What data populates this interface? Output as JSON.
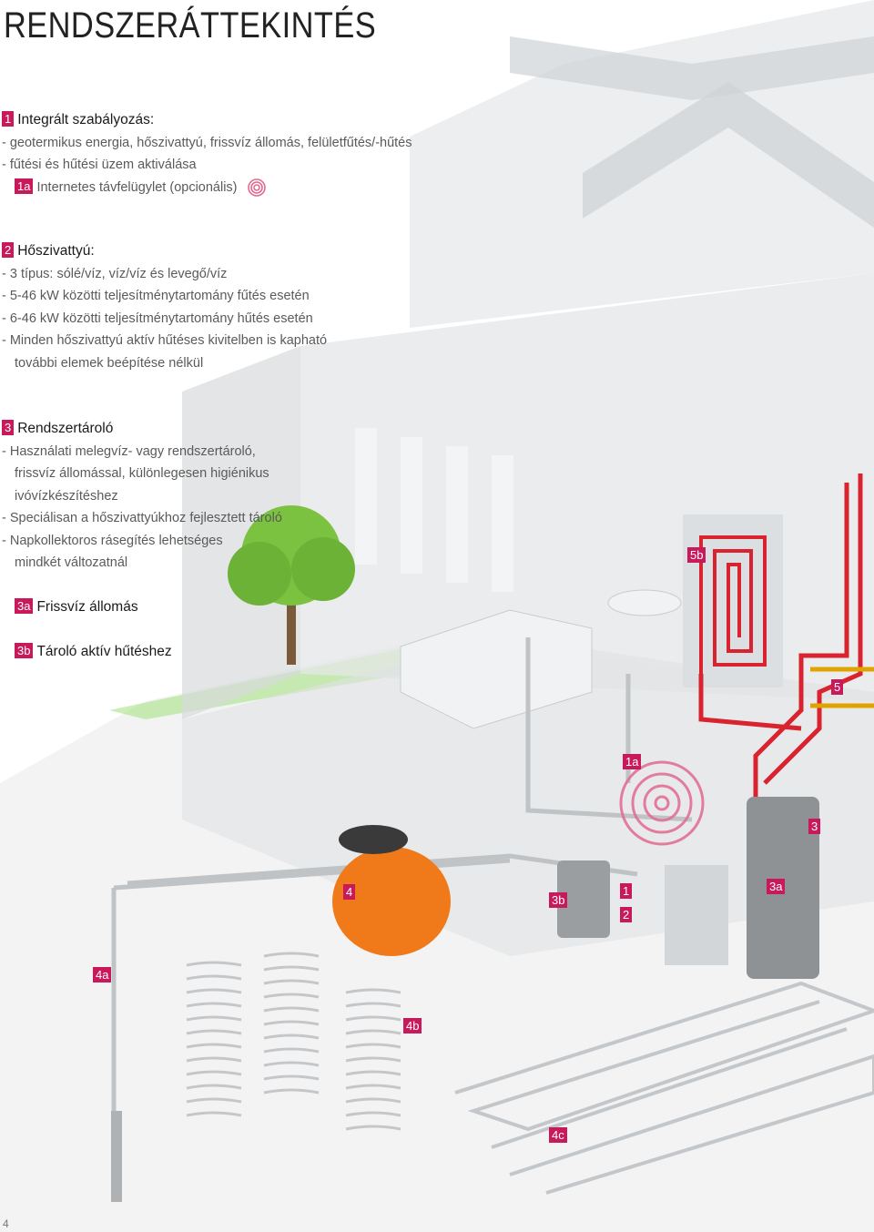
{
  "page": {
    "title": "RENDSZERÁTTEKINTÉS",
    "page_number": "4",
    "accent_color": "#c8195a",
    "pipe_hot_color": "#d9232e",
    "pipe_cold_color": "#bfc3c6"
  },
  "sections": {
    "s1": {
      "badge": "1",
      "heading": "Integrált szabályozás:",
      "lines": [
        "- geotermikus energia, hőszivattyú, frissvíz állomás, felületfűtés/-hűtés",
        "- fűtési és hűtési üzem aktiválása"
      ],
      "sub_badge": "1a",
      "sub_text": "Internetes távfelügylet (opcionális)",
      "sub_icon": "remote-signal-icon"
    },
    "s2": {
      "badge": "2",
      "heading": "Hőszivattyú:",
      "lines": [
        "- 3 típus: sólé/víz, víz/víz és levegő/víz",
        "- 5-46 kW közötti teljesítménytartomány fűtés esetén",
        "- 6-46 kW közötti teljesítménytartomány hűtés esetén",
        "- Minden hőszivattyú aktív hűtéses kivitelben is kapható"
      ],
      "cont": "további elemek beépítése nélkül"
    },
    "s3": {
      "badge": "3",
      "heading": "Rendszertároló",
      "line1": "- Használati melegvíz- vagy rendszertároló,",
      "cont1": "frissvíz állomással, különlegesen higiénikus",
      "cont2": "ivóvízkészítéshez",
      "line2": "- Speciálisan a hőszivattyúkhoz fejlesztett tároló",
      "line3": "- Napkollektoros rásegítés lehetséges",
      "cont3": "mindkét változatnál"
    },
    "s3a": {
      "badge": "3a",
      "heading": "Frissvíz állomás"
    },
    "s3b": {
      "badge": "3b",
      "heading": "Tároló aktív hűtéshez"
    }
  },
  "callouts": {
    "c5b": "5b",
    "c5": "5",
    "c1a": "1a",
    "c3": "3",
    "c4": "4",
    "c3b": "3b",
    "c1": "1",
    "c2": "2",
    "c3a": "3a",
    "c4a": "4a",
    "c4b": "4b",
    "c4c": "4c"
  }
}
